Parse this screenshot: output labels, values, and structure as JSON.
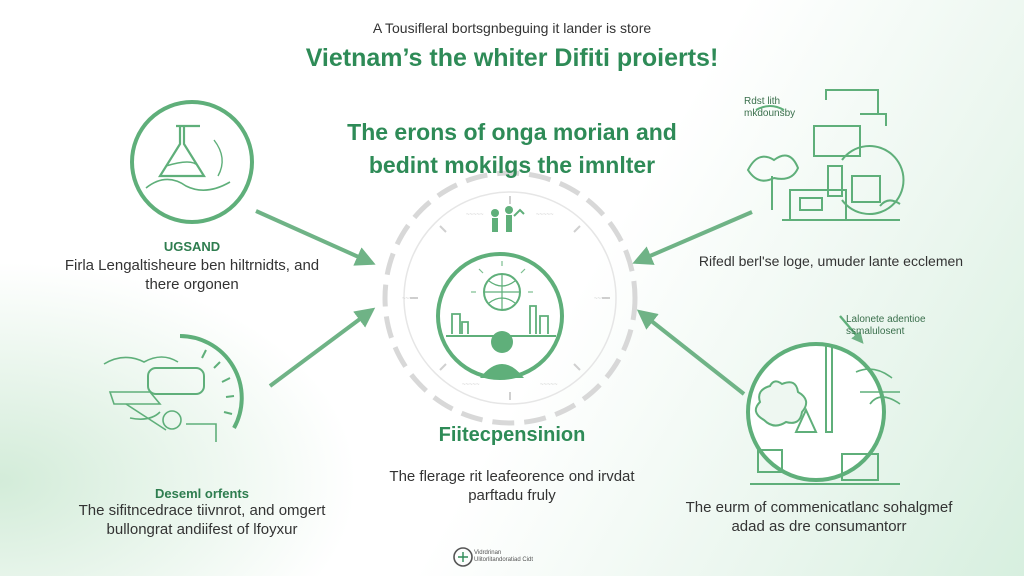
{
  "header": {
    "kicker": "A Tousifleral bortsgnbeguing it lander is store",
    "title": "Vietnam’s the whiter Difiti proierts!",
    "subtitle_line1": "The erons of onga morian and",
    "subtitle_line2": "bedint mokilgs the imnlter"
  },
  "center": {
    "label": "Fiitecpensinion",
    "caption_line1": "The flerage rit leafeorence ond irvdat",
    "caption_line2": "parftadu fruly"
  },
  "nodes": {
    "top_left": {
      "heading": "UGSAND",
      "caption_line1": "Firla Lengaltisheure ben hiltrnidts, and",
      "caption_line2": "there orgonen"
    },
    "bottom_left": {
      "heading": "Deseml orfents",
      "caption_line1": "The sifitncedrace tiivnrot, and omgert",
      "caption_line2": "bullongrat andiifest of lfoyxur"
    },
    "top_right": {
      "tag_line1": "Rdst lith",
      "tag_line2": "mkdounsby",
      "caption": "Rifedl berl'se loge, umuder lante ecclemen"
    },
    "bottom_right": {
      "tag_line1": "Lalonete adentioe",
      "tag_line2": "ssmalulosent",
      "caption_line1": "The eurm of commenicatlanc sohalgmef",
      "caption_line2": "adad as dre consumantorr"
    }
  },
  "footer": {
    "logo_line1": "Vidrdrinan",
    "logo_line2": "Ulitorlitandoratiad Cidt"
  },
  "colors": {
    "accent": "#2e8b57",
    "line": "#6fb386",
    "soft": "#cfe8d7"
  }
}
